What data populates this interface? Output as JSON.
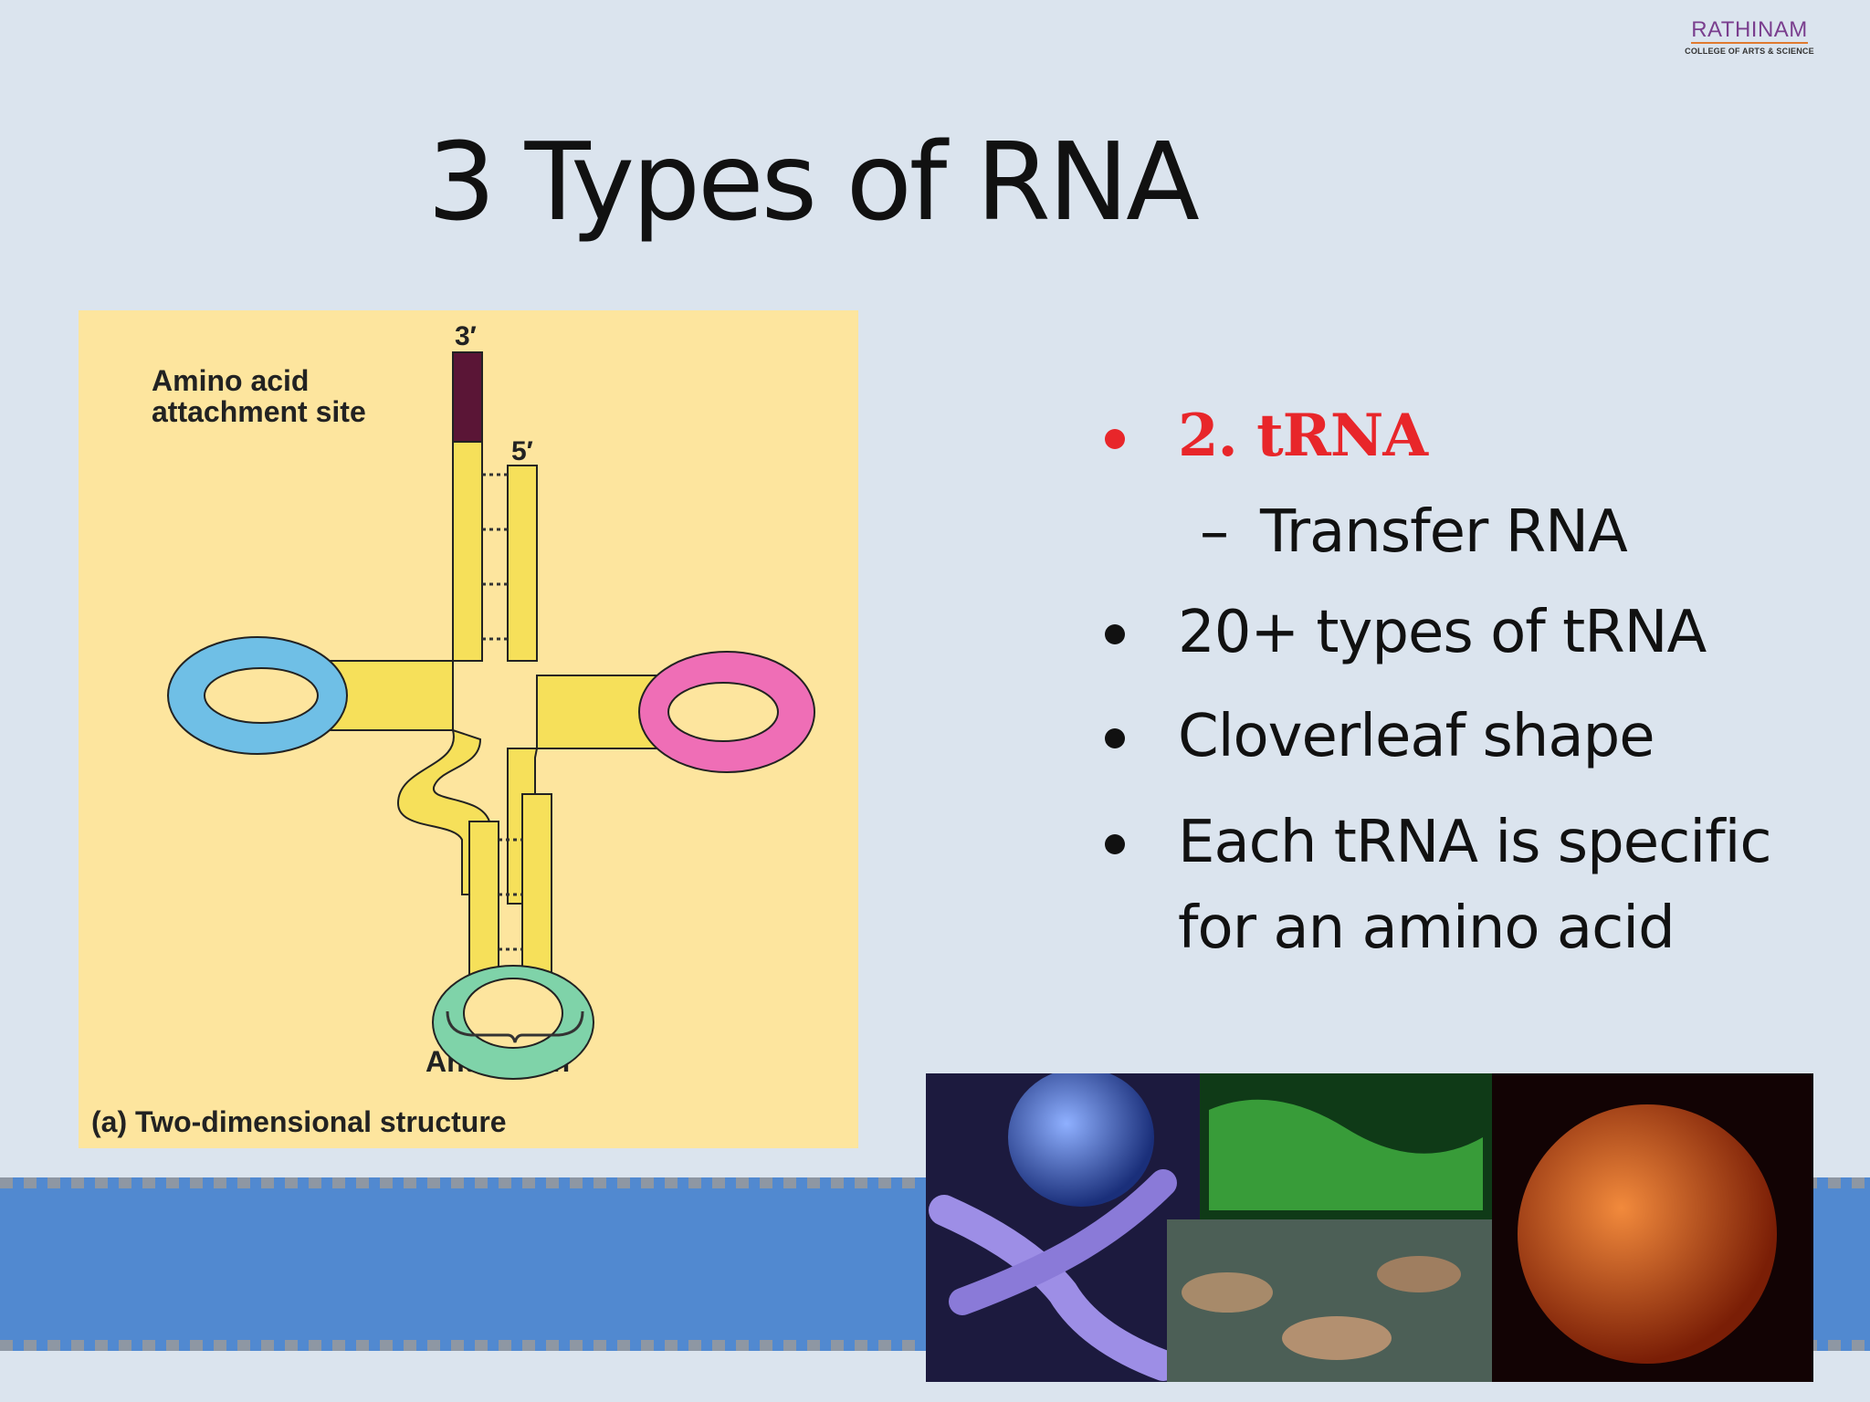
{
  "logo": {
    "name": "RATHINAM",
    "subtitle": "COLLEGE OF ARTS & SCIENCE"
  },
  "title": "3 Types of RNA",
  "diagram": {
    "three_prime": "3′",
    "five_prime": "5′",
    "attachment_label_line1": "Amino acid",
    "attachment_label_line2": "attachment site",
    "anticodon_label": "Anticodon",
    "caption": "(a) Two-dimensional structure"
  },
  "bullets": [
    {
      "marker": "•",
      "text": "2.  tRNA"
    },
    {
      "marker": "–",
      "text": "Transfer RNA"
    },
    {
      "marker": "•",
      "text": "20+ types of tRNA"
    },
    {
      "marker": "•",
      "text": "Cloverleaf shape"
    },
    {
      "marker": "•",
      "text": "Each tRNA is specific"
    },
    {
      "marker": "",
      "text": "for an amino acid"
    }
  ],
  "colors": {
    "highlight": "#e8262a",
    "acceptor": "#5a1536",
    "stem": "#f6e05a",
    "d_loop": "#6fbfe6",
    "t_loop": "#ef6eb6",
    "anticodon_loop": "#7fd3a9",
    "band": "#5189d0"
  }
}
